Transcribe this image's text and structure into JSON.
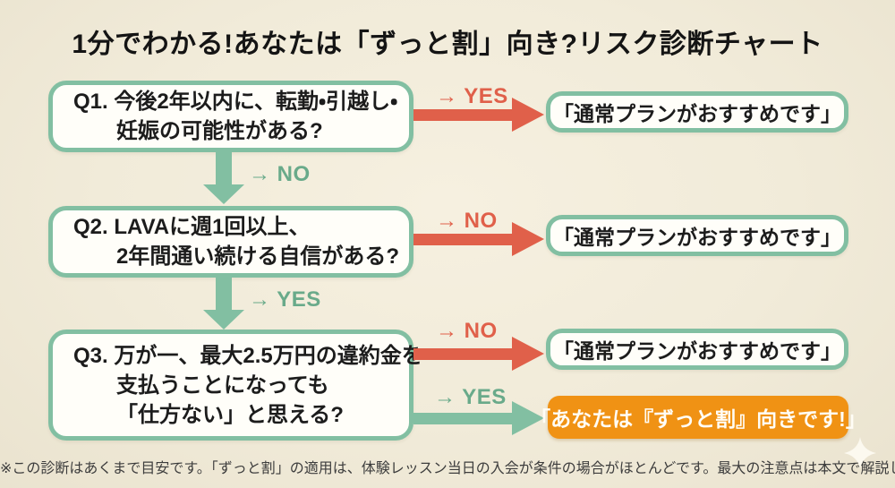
{
  "title": "1分でわかる!あなたは「ずっと割」向き?リスク診断チャート",
  "colors": {
    "bg": "#f1ebd9",
    "teal": "#82bfa2",
    "green_text": "#69aa8a",
    "red": "#e0604a",
    "orange": "#f09214",
    "box_bg": "#fffef9",
    "ink": "#1c1c1c",
    "footer_ink": "#3d3d3d"
  },
  "flow": {
    "questions": {
      "q1": {
        "line1": "Q1. 今後2年以内に、転勤・引越し・",
        "line2": "妊娠の可能性がある?"
      },
      "q2": {
        "line1": "Q2. LAVAに週1回以上、",
        "line2": "2年間通い続ける自信がある?"
      },
      "q3": {
        "line1": "Q3. 万が一、最大2.5万円の違約金を",
        "line2": "支払うことになっても",
        "line3": "「仕方ない」と思える?"
      }
    },
    "edges": {
      "q1_yes": "→ YES",
      "q1_no": "→ NO",
      "q2_no": "→ NO",
      "q2_yes": "→ YES",
      "q3_no": "→ NO",
      "q3_yes": "→ YES"
    },
    "results": {
      "normal_plan": "「通常プランがおすすめです」",
      "zutto_wari": "「あなたは『ずっと割』向きです!」"
    }
  },
  "footer": "※この診断はあくまで目安です。「ずっと割」の適用は、体験レッスン当日の入会が条件の場合がほとんどです。最大の注意点は本文で解説しています。"
}
